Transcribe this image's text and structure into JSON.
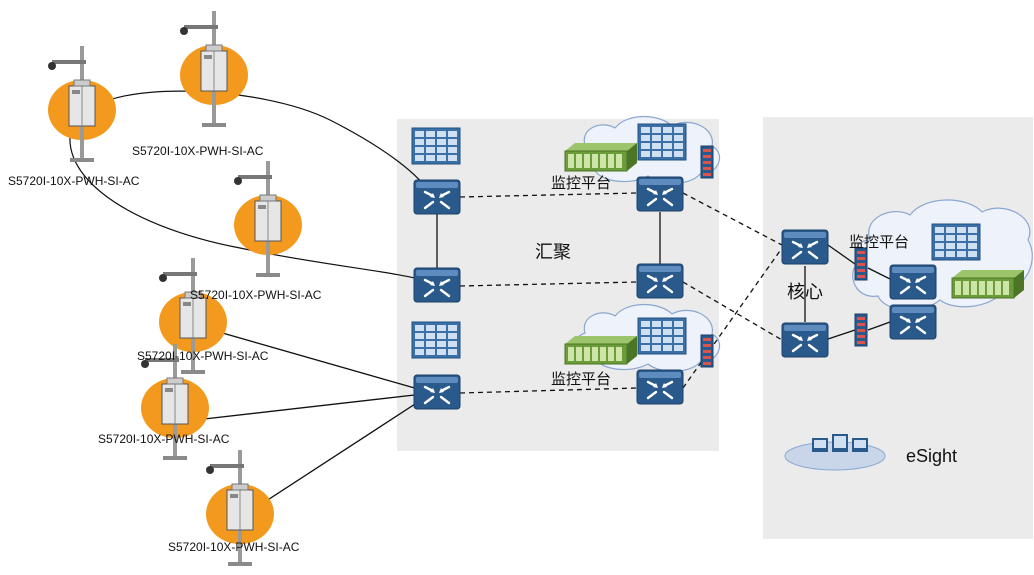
{
  "pole_label": "S5720I-10X-PWH-SI-AC",
  "aggregation_label": "汇聚",
  "core_label": "核心",
  "monitor_platform_label": "监控平台",
  "esight_label": "eSight",
  "colors": {
    "pole_disc": "#f39a1e",
    "region_bg": "#ebebeb",
    "switch_fill": "#2a5a8c",
    "cloud_fill": "#eef2fa",
    "storage_fill": "#6b9c3a"
  }
}
